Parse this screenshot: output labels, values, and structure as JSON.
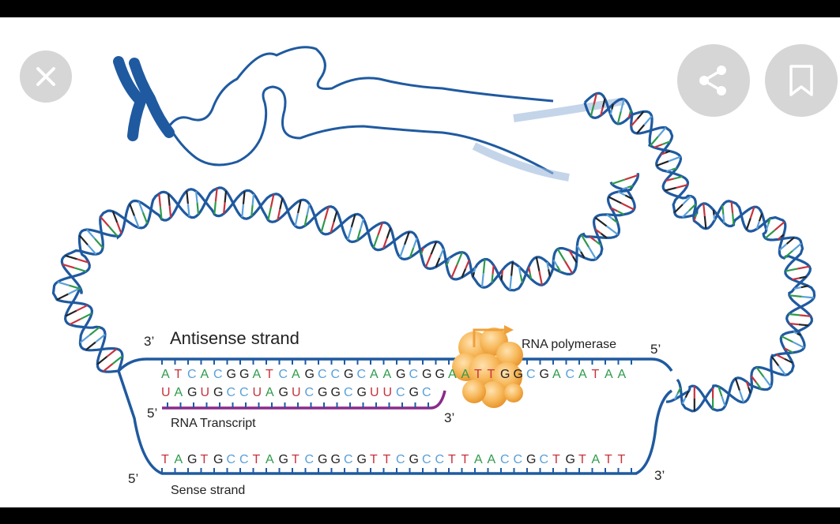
{
  "diagram": {
    "antisense_label": "Antisense strand",
    "sense_label": "Sense strand",
    "rna_polymerase_label": "RNA polymerase",
    "rna_transcript_label": "RNA Transcript",
    "antisense_left_end": "3’",
    "antisense_right_end": "5’",
    "sense_left_end": "5’",
    "sense_right_end": "3’",
    "transcript_left_end": "5’",
    "transcript_right_end": "3’",
    "antisense_sequence": "ATCACGGATCAGCCGCAAGCGGAATTGGCGACATAA",
    "rna_sequence": "UAGUGCCUAGUCGGCGUUCGC",
    "sense_sequence": "TAGTGCCTAGTCGGCGTTCGCCTTAACCGCTGTATT",
    "colors": {
      "A": "#2e9a4a",
      "T": "#c8323c",
      "U": "#c8323c",
      "G": "#222222",
      "C": "#5aa0d8",
      "backbone": "#1f5aa0",
      "transcript": "#8b2a8b",
      "polymerase": "#f5b45a"
    }
  },
  "toolbar": {
    "close_icon": "close-icon",
    "share_icon": "share-icon",
    "bookmark_icon": "bookmark-icon"
  }
}
